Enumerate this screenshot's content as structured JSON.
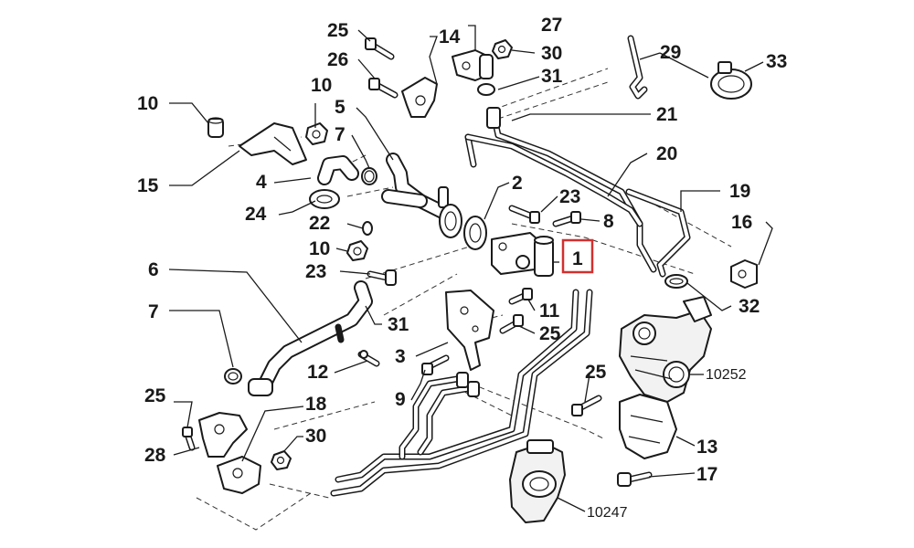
{
  "highlight_color": "#d32f2f",
  "line_color": "#1a1a1a",
  "callouts": {
    "c25a": "25",
    "c14": "14",
    "c27": "27",
    "c30a": "30",
    "c29": "29",
    "c33": "33",
    "c26": "26",
    "c31a": "31",
    "c10a": "10",
    "c10b": "10",
    "c5": "5",
    "c21": "21",
    "c15": "15",
    "c7a": "7",
    "c20": "20",
    "c4": "4",
    "c2": "2",
    "c23a": "23",
    "c19": "19",
    "c24": "24",
    "c22": "22",
    "c8": "8",
    "c16": "16",
    "c10c": "10",
    "c1": "1",
    "c6": "6",
    "c23b": "23",
    "c32": "32",
    "c7b": "7",
    "c11": "11",
    "c31b": "31",
    "c25b": "25",
    "c3": "3",
    "c10252": "10252",
    "c12": "12",
    "c25c": "25",
    "c9": "9",
    "c25d": "25",
    "c18": "18",
    "c13": "13",
    "c30b": "30",
    "c28": "28",
    "c17": "17",
    "c10247": "10247"
  },
  "icons": {
    "nut": "nut-icon",
    "bolt": "bolt-icon",
    "seal": "o-ring-icon",
    "clamp": "hose-clamp-icon"
  }
}
